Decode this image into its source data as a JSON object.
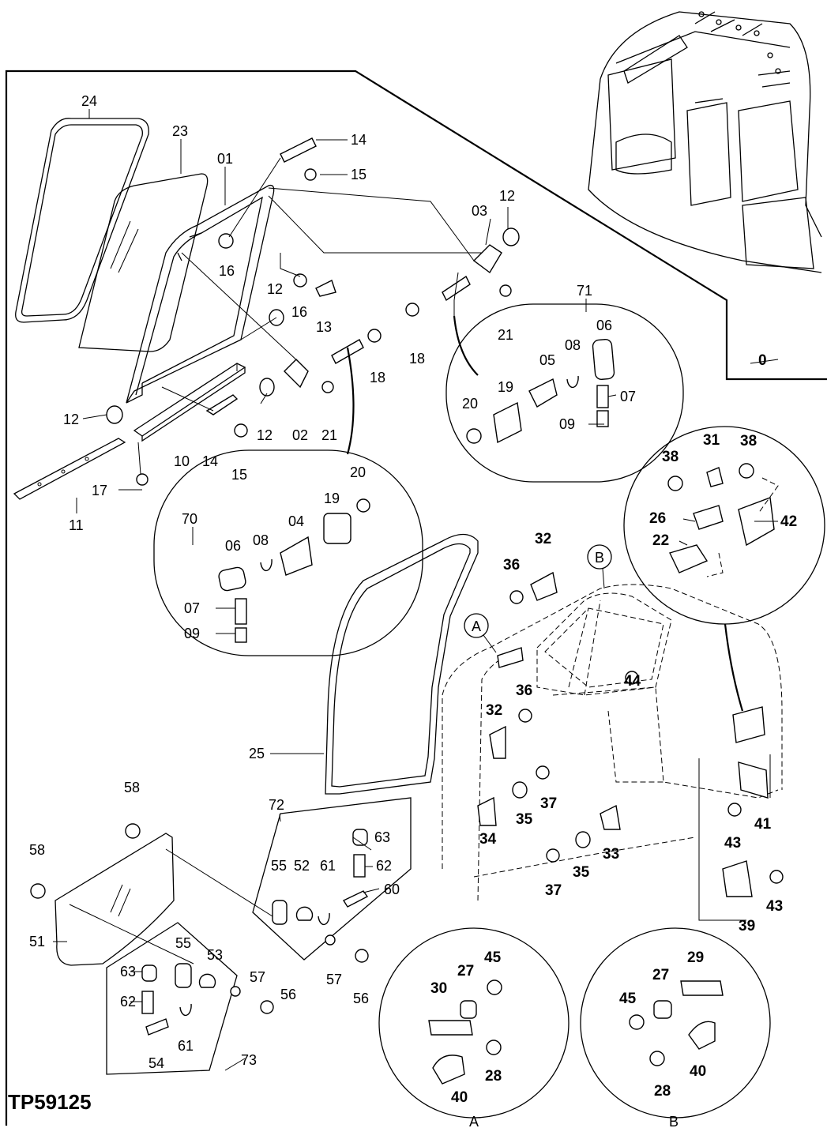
{
  "figure": {
    "ref_code": "TP59125",
    "main_label": "0",
    "detail_callouts": [
      "A",
      "B"
    ],
    "detail_captions": [
      "A",
      "B"
    ]
  },
  "part_labels": {
    "p01": "01",
    "p02": "02",
    "p03": "03",
    "p04": "04",
    "p05": "05",
    "p06a": "06",
    "p06b": "06",
    "p07a": "07",
    "p07b": "07",
    "p08a": "08",
    "p08b": "08",
    "p09a": "09",
    "p09b": "09",
    "p10": "10",
    "p11": "11",
    "p12a": "12",
    "p12b": "12",
    "p12c": "12",
    "p12d": "12",
    "p13": "13",
    "p14a": "14",
    "p14b": "14",
    "p15a": "15",
    "p15b": "15",
    "p16a": "16",
    "p16b": "16",
    "p17": "17",
    "p18a": "18",
    "p18b": "18",
    "p19a": "19",
    "p19b": "19",
    "p20a": "20",
    "p20b": "20",
    "p21a": "21",
    "p21b": "21",
    "p22": "22",
    "p23": "23",
    "p24": "24",
    "p25": "25",
    "p26": "26",
    "p27a": "27",
    "p27b": "27",
    "p28a": "28",
    "p28b": "28",
    "p29": "29",
    "p30": "30",
    "p31": "31",
    "p32a": "32",
    "p32b": "32",
    "p33": "33",
    "p34": "34",
    "p35a": "35",
    "p35b": "35",
    "p36a": "36",
    "p36b": "36",
    "p37a": "37",
    "p37b": "37",
    "p38a": "38",
    "p38b": "38",
    "p39": "39",
    "p40a": "40",
    "p40b": "40",
    "p41": "41",
    "p42": "42",
    "p43a": "43",
    "p43b": "43",
    "p44": "44",
    "p45a": "45",
    "p45b": "45",
    "p51": "51",
    "p52": "52",
    "p53": "53",
    "p54": "54",
    "p55a": "55",
    "p55b": "55",
    "p56a": "56",
    "p56b": "56",
    "p57a": "57",
    "p57b": "57",
    "p58a": "58",
    "p58b": "58",
    "p60": "60",
    "p61a": "61",
    "p61b": "61",
    "p62a": "62",
    "p62b": "62",
    "p63a": "63",
    "p63b": "63",
    "p70": "70",
    "p71": "71",
    "p72": "72",
    "p73": "73"
  }
}
